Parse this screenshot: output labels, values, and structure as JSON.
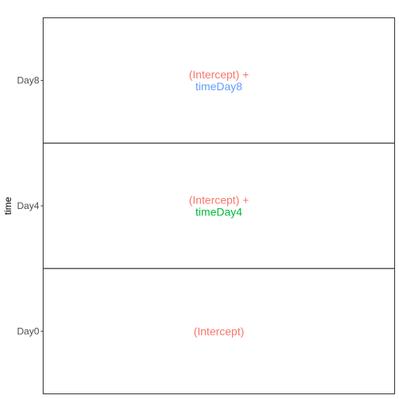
{
  "chart_data": {
    "type": "table",
    "title": "",
    "xlabel": "",
    "ylabel": "time",
    "categories": [
      "Day0",
      "Day4",
      "Day8"
    ],
    "grid": false,
    "legend": "none",
    "colors": {
      "intercept": "#F8766D",
      "timeDay4": "#00BA38",
      "timeDay8": "#619CFF",
      "panel_border": "#333333",
      "separator": "#000000",
      "tick": "#333333"
    },
    "cells": [
      {
        "category": "Day0",
        "lines": [
          {
            "text": "(Intercept)",
            "color": "#F8766D"
          }
        ]
      },
      {
        "category": "Day4",
        "lines": [
          {
            "text": "(Intercept) +",
            "color": "#F8766D"
          },
          {
            "text": "timeDay4",
            "color": "#00BA38"
          }
        ]
      },
      {
        "category": "Day8",
        "lines": [
          {
            "text": "(Intercept) +",
            "color": "#F8766D"
          },
          {
            "text": "timeDay8",
            "color": "#619CFF"
          }
        ]
      }
    ]
  }
}
